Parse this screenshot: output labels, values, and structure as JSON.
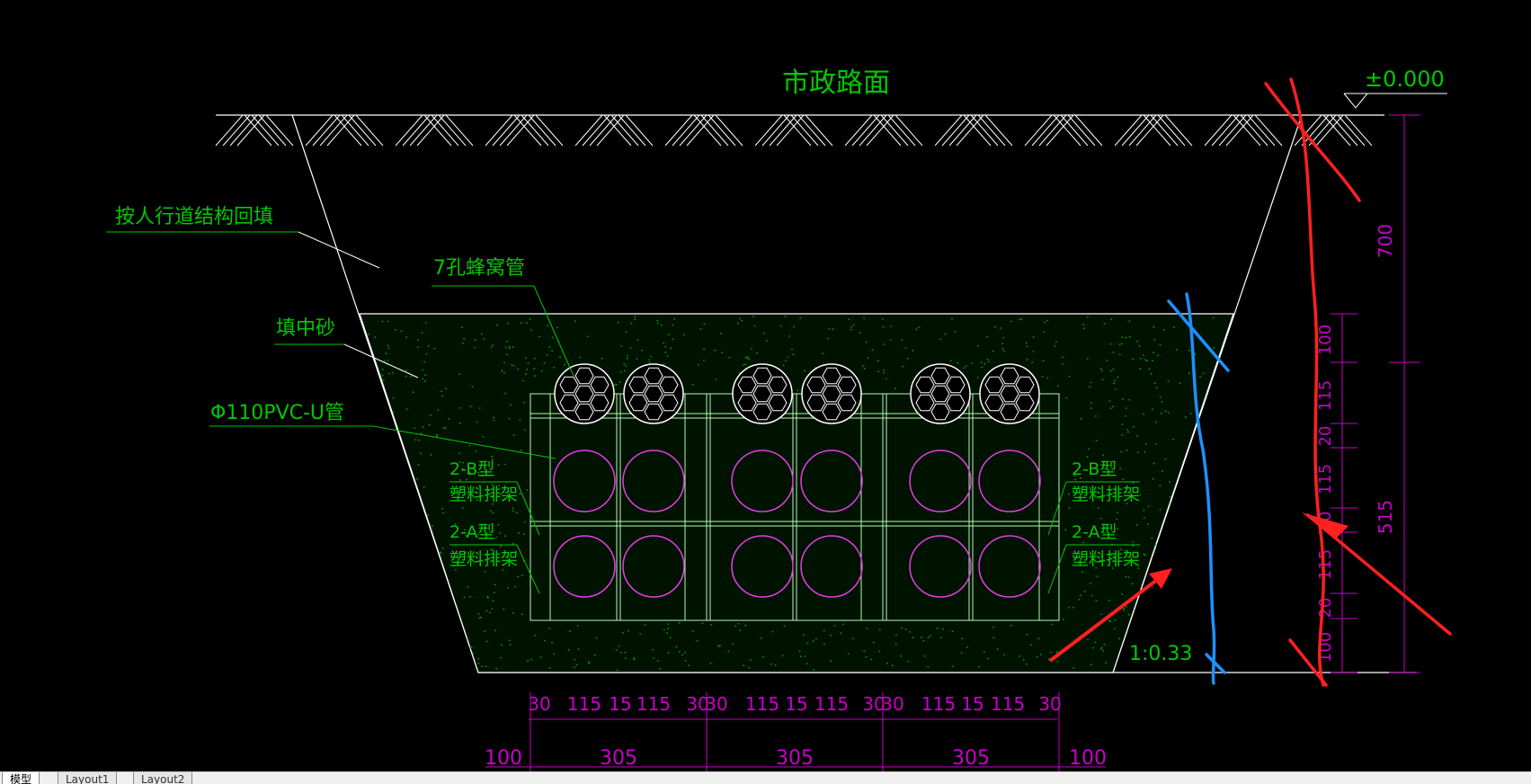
{
  "colors": {
    "background": "#000000",
    "green_text": "#00c800",
    "magenta_dim": "#c800c8",
    "white_line": "#ffffff",
    "sand_dots": "#00a000",
    "red_mark": "#ff2020",
    "blue_mark": "#1e90ff"
  },
  "drawing": {
    "road_label": "市政路面",
    "elevation_label": "±0.000",
    "backfill_label": "按人行道结构回填",
    "honeycomb_label": "7孔蜂窝管",
    "sand_label": "填中砂",
    "pvc_label": "Φ110PVC-U管",
    "frame_b_left_1": "2-B型",
    "frame_b_left_2": "塑料排架",
    "frame_a_left_1": "2-A型",
    "frame_a_left_2": "塑料排架",
    "frame_b_right_1": "2-B型",
    "frame_b_right_2": "塑料排架",
    "frame_a_right_1": "2-A型",
    "frame_a_right_2": "塑料排架",
    "slope_label": "1:0.33",
    "vertical_dims": {
      "total_top": "700",
      "total_bottom": "515",
      "seg_100_top": "100",
      "seg_115_a": "115",
      "seg_20_a": "20",
      "seg_115_b": "115",
      "seg_20_b": "20",
      "seg_115_c": "115",
      "seg_20_c": "20",
      "seg_100_bottom": "100"
    },
    "horizontal_dims_top": [
      "30",
      "115",
      "15",
      "115",
      "30",
      "30",
      "115",
      "15",
      "115",
      "30",
      "30",
      "115",
      "15",
      "115",
      "30"
    ],
    "horizontal_dims_bottom": [
      "100",
      "305",
      "305",
      "305",
      "100"
    ]
  },
  "tabs": {
    "model": "模型",
    "layout1": "Layout1",
    "layout2": "Layout2"
  }
}
